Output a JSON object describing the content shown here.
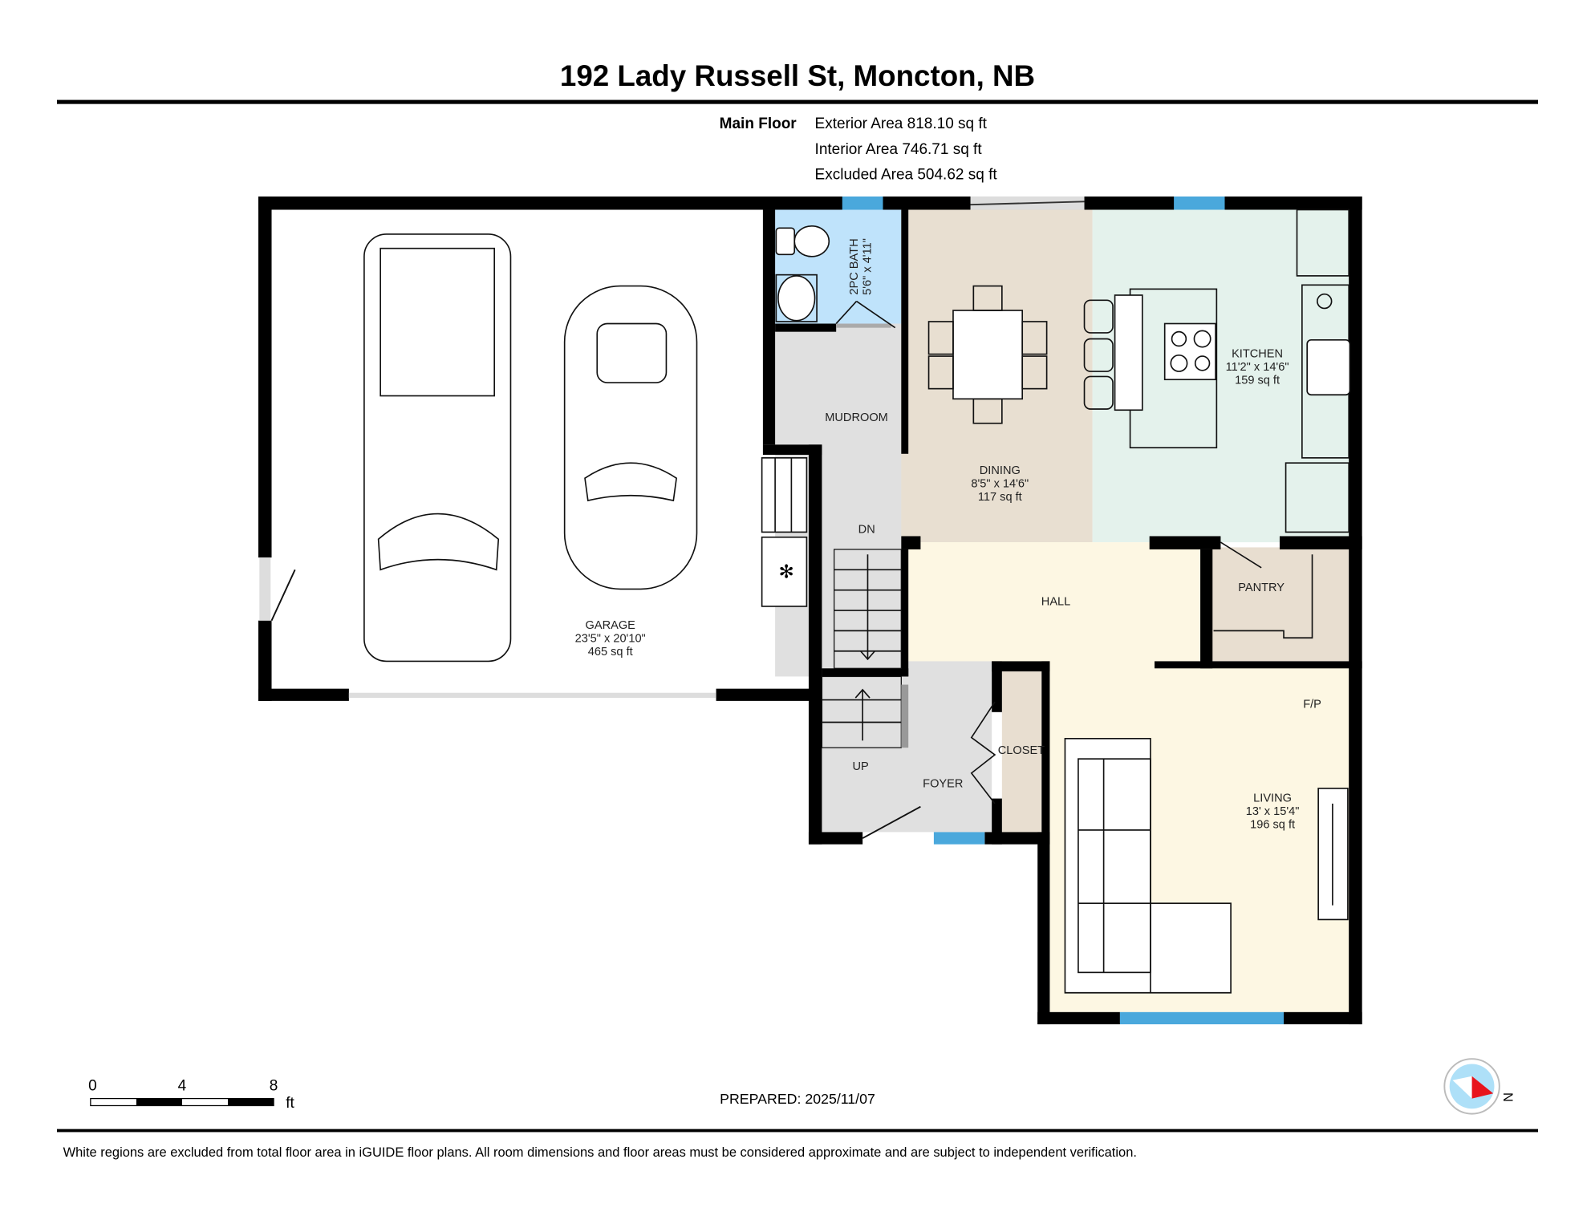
{
  "title": "192 Lady Russell St, Moncton, NB",
  "floor": {
    "name": "Main Floor",
    "exterior_area": "Exterior Area 818.10 sq ft",
    "interior_area": "Interior Area 746.71 sq ft",
    "excluded_area": "Excluded Area 504.62 sq ft"
  },
  "rooms": {
    "garage": {
      "name": "GARAGE",
      "dims": "23'5\" x 20'10\"",
      "area": "465 sq ft"
    },
    "bath": {
      "name": "2PC BATH",
      "dims": "5'6\" x 4'11\""
    },
    "mudroom": {
      "name": "MUDROOM"
    },
    "dining": {
      "name": "DINING",
      "dims": "8'5\" x 14'6\"",
      "area": "117 sq ft"
    },
    "kitchen": {
      "name": "KITCHEN",
      "dims": "11'2\" x 14'6\"",
      "area": "159 sq ft"
    },
    "hall": {
      "name": "HALL"
    },
    "pantry": {
      "name": "PANTRY"
    },
    "living": {
      "name": "LIVING",
      "dims": "13' x 15'4\"",
      "area": "196 sq ft"
    },
    "foyer": {
      "name": "FOYER"
    },
    "closet": {
      "name": "CLOSET"
    },
    "fireplace": "F/P",
    "stairs_down": "DN",
    "stairs_up": "UP"
  },
  "scale": {
    "ticks": [
      "0",
      "4",
      "8"
    ],
    "unit": "ft"
  },
  "prepared": "PREPARED: 2025/11/07",
  "compass": {
    "label": "N",
    "icon": "compass-icon",
    "needle_color": "#e8141c"
  },
  "disclaimer": "White regions are excluded from total floor area in iGUIDE floor plans. All room dimensions and floor areas must be considered approximate and are subject to independent verification.",
  "colors": {
    "bath": "#bfe3fb",
    "dining": "#e8dfd1",
    "kitchen": "#e4f2ec",
    "hall": "#fdf7e3",
    "circulation": "#e0e0e0",
    "storage": "#e8ded0",
    "window": "#4aa8dc"
  }
}
